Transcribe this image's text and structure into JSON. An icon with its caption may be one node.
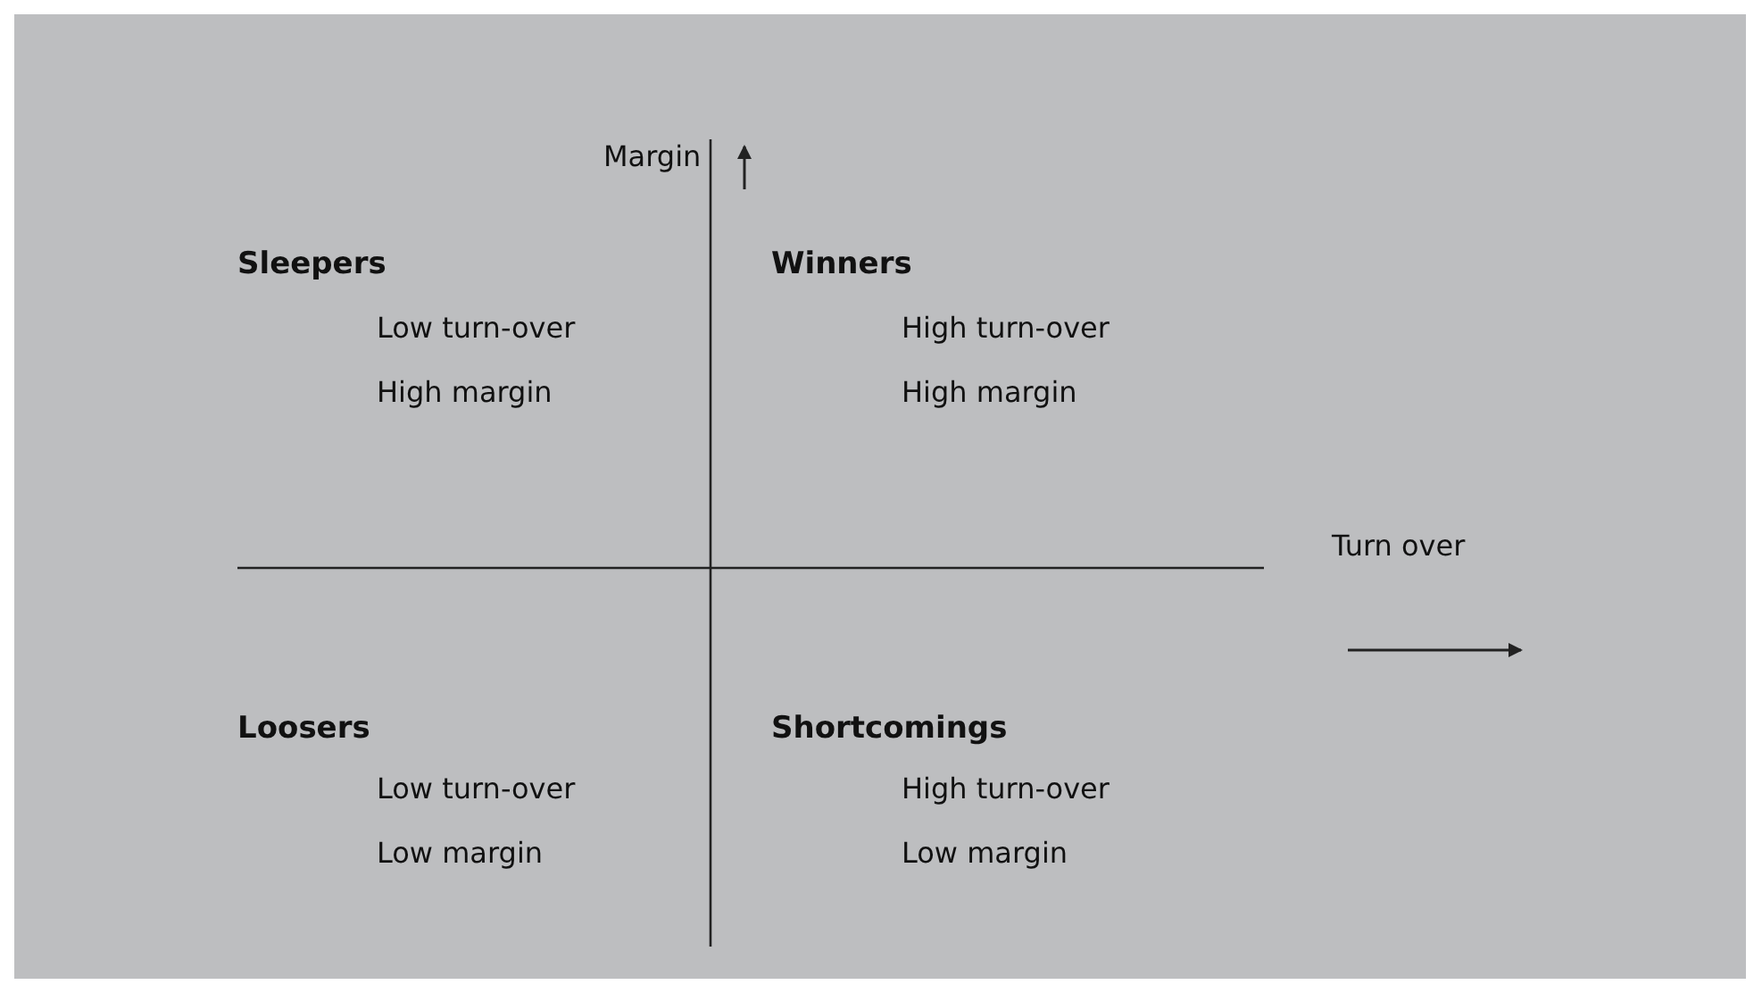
{
  "diagram": {
    "labels": [
      "Margin",
      "Sleepers",
      "Low turn-over",
      "High margin",
      "Winners",
      "High turn-over",
      "High margin",
      "Turn over",
      "Loosers",
      "Low turn-over",
      "Low margin",
      "Shortcomings",
      "High turn-over",
      "Low margin"
    ]
  }
}
